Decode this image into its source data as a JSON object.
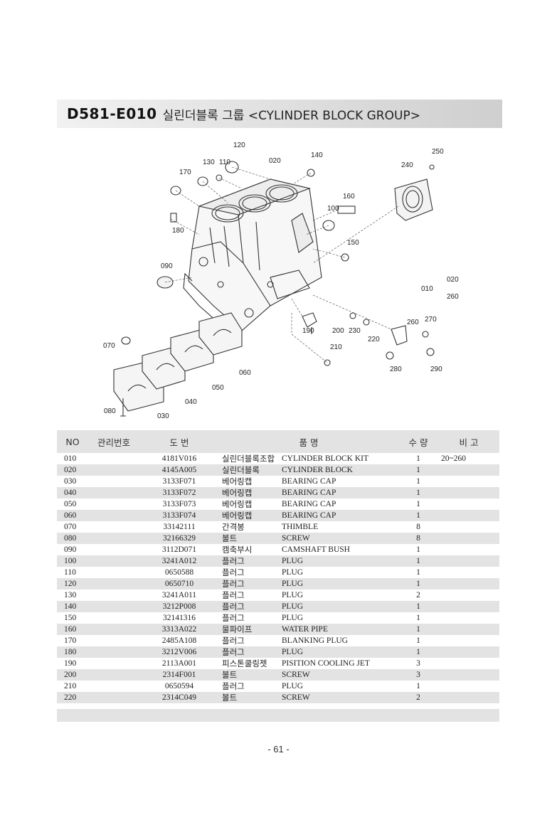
{
  "header": {
    "code": "D581-E010",
    "title": "실린더블록 그룹 <CYLINDER BLOCK GROUP>"
  },
  "diagram": {
    "callouts": [
      "120",
      "130",
      "110",
      "020",
      "140",
      "250",
      "170",
      "240",
      "160",
      "100",
      "180",
      "150",
      "090",
      "010",
      "020",
      "260",
      "270",
      "260",
      "070",
      "190",
      "200",
      "230",
      "220",
      "210",
      "280",
      "290",
      "060",
      "050",
      "040",
      "030",
      "080"
    ]
  },
  "table": {
    "headers": {
      "no": "NO",
      "mgmt": "관리번호",
      "drawing": "도 번",
      "name": "품 명",
      "qty": "수 량",
      "remark": "비 고"
    },
    "rows": [
      {
        "no": "010",
        "part": "4181V016",
        "kr": "실린더블록조합",
        "en": "CYLINDER BLOCK KIT",
        "qty": "1",
        "remark": "20~260"
      },
      {
        "no": "020",
        "part": "4145A005",
        "kr": "실린더블록",
        "en": "CYLINDER BLOCK",
        "qty": "1",
        "remark": ""
      },
      {
        "no": "030",
        "part": "3133F071",
        "kr": "베어링캡",
        "en": "BEARING CAP",
        "qty": "1",
        "remark": ""
      },
      {
        "no": "040",
        "part": "3133F072",
        "kr": "베어링캡",
        "en": "BEARING CAP",
        "qty": "1",
        "remark": ""
      },
      {
        "no": "050",
        "part": "3133F073",
        "kr": "베어링캡",
        "en": "BEARING CAP",
        "qty": "1",
        "remark": ""
      },
      {
        "no": "060",
        "part": "3133F074",
        "kr": "베어링캡",
        "en": "BEARING CAP",
        "qty": "1",
        "remark": ""
      },
      {
        "no": "070",
        "part": "33142111",
        "kr": "간격봉",
        "en": "THIMBLE",
        "qty": "8",
        "remark": ""
      },
      {
        "no": "080",
        "part": "32166329",
        "kr": "볼트",
        "en": "SCREW",
        "qty": "8",
        "remark": ""
      },
      {
        "no": "090",
        "part": "3112D071",
        "kr": "캠축부시",
        "en": "CAMSHAFT BUSH",
        "qty": "1",
        "remark": ""
      },
      {
        "no": "100",
        "part": "3241A012",
        "kr": "플러그",
        "en": "PLUG",
        "qty": "1",
        "remark": ""
      },
      {
        "no": "110",
        "part": "0650588",
        "kr": "플러그",
        "en": "PLUG",
        "qty": "1",
        "remark": ""
      },
      {
        "no": "120",
        "part": "0650710",
        "kr": "플러그",
        "en": "PLUG",
        "qty": "1",
        "remark": ""
      },
      {
        "no": "130",
        "part": "3241A011",
        "kr": "플러그",
        "en": "PLUG",
        "qty": "2",
        "remark": ""
      },
      {
        "no": "140",
        "part": "3212P008",
        "kr": "플러그",
        "en": "PLUG",
        "qty": "1",
        "remark": ""
      },
      {
        "no": "150",
        "part": "32141316",
        "kr": "플러그",
        "en": "PLUG",
        "qty": "1",
        "remark": ""
      },
      {
        "no": "160",
        "part": "3313A022",
        "kr": "물파이프",
        "en": "WATER PIPE",
        "qty": "1",
        "remark": ""
      },
      {
        "no": "170",
        "part": "2485A108",
        "kr": "플러그",
        "en": "BLANKING PLUG",
        "qty": "1",
        "remark": ""
      },
      {
        "no": "180",
        "part": "3212V006",
        "kr": "플러그",
        "en": "PLUG",
        "qty": "1",
        "remark": ""
      },
      {
        "no": "190",
        "part": "2113A001",
        "kr": "피스톤쿨링젯",
        "en": "PISITION COOLING JET",
        "qty": "3",
        "remark": ""
      },
      {
        "no": "200",
        "part": "2314F001",
        "kr": "볼트",
        "en": "SCREW",
        "qty": "3",
        "remark": ""
      },
      {
        "no": "210",
        "part": "0650594",
        "kr": "플러그",
        "en": "PLUG",
        "qty": "1",
        "remark": ""
      },
      {
        "no": "220",
        "part": "2314C049",
        "kr": "볼트",
        "en": "SCREW",
        "qty": "2",
        "remark": ""
      }
    ]
  },
  "footer": {
    "page": "- 61 -"
  }
}
